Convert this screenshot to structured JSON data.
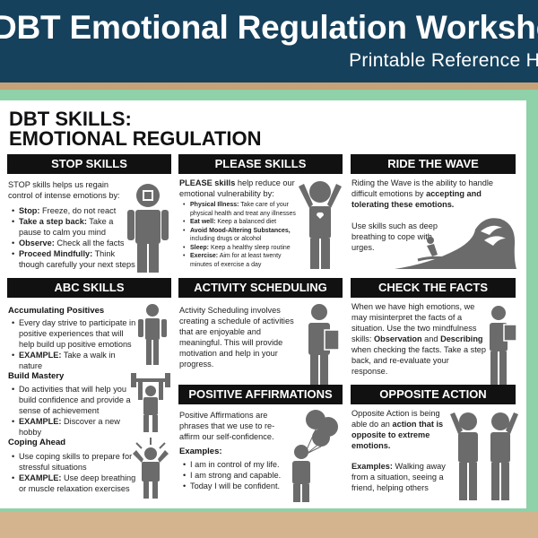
{
  "banner": {
    "title": "DBT Emotional Regulation Workshe",
    "subtitle": "Printable Reference Han"
  },
  "sheet": {
    "title": "DBT SKILLS:\nEMOTIONAL REGULATION"
  },
  "stop": {
    "heading": "STOP SKILLS",
    "intro": "STOP skills helps us regain control of intense emotions by:",
    "items": [
      {
        "term": "Stop:",
        "text": " Freeze, do not react"
      },
      {
        "term": "Take a step back:",
        "text": " Take a pause to calm you mind"
      },
      {
        "term": "Observe:",
        "text": " Check all the facts"
      },
      {
        "term": "Proceed Mindfully:",
        "text": " Think though carefully your next steps"
      }
    ]
  },
  "please": {
    "heading": "PLEASE SKILLS",
    "intro_bold": "PLEASE skills",
    "intro_rest": " help reduce our emotional vulnerability by:",
    "items": [
      {
        "term": "Physical Illness:",
        "text": " Take care of your physical health and treat any illnesses"
      },
      {
        "term": "Eat well:",
        "text": " Keep a balanced diet"
      },
      {
        "term": "Avoid Mood-Altering Substances,",
        "text": " including drugs or alcohol"
      },
      {
        "term": "Sleep:",
        "text": " Keep a healthy sleep routine"
      },
      {
        "term": "Exercise:",
        "text": " Aim for at least twenty minutes of exercise a day"
      }
    ]
  },
  "ride": {
    "heading": "RIDE THE WAVE",
    "p1_pre": "Riding the Wave is the ability to handle difficult emotions by ",
    "p1_bold": "accepting and tolerating these emotions.",
    "p2": "Use skills such as deep breathing to cope with urges."
  },
  "abc": {
    "heading": "ABC SKILLS",
    "accum_title": "Accumulating Positives",
    "accum_text": "Every day strive to participate in positive experiences that will help build up positive emotions",
    "accum_ex_label": "EXAMPLE:",
    "accum_ex": " Take a walk in nature",
    "build_title": "Build Mastery",
    "build_text": "Do activities that will help you build confidence and provide a sense of achievement",
    "build_ex_label": "EXAMPLE:",
    "build_ex": " Discover a new hobby",
    "cope_title": "Coping Ahead",
    "cope_text": "Use coping skills to prepare for stressful situations",
    "cope_ex_label": "EXAMPLE:",
    "cope_ex": " Use deep breathing or muscle relaxation exercises"
  },
  "activity": {
    "heading": "ACTIVITY SCHEDULING",
    "text": "Activity Scheduling involves creating a schedule of activities that are enjoyable and meaningful. This will provide motivation and help in your progress."
  },
  "affirm": {
    "heading": "POSITIVE AFFIRMATIONS",
    "text": "Positive Affirmations are phrases that we use to re-affirm our self-confidence.",
    "examples_label": "Examples:",
    "examples": [
      "I am in control of my life.",
      "I am strong and capable.",
      "Today I will be confident."
    ]
  },
  "facts": {
    "heading": "CHECK THE FACTS",
    "pre": "When we have high emotions, we may misinterpret the facts of a situation. Use the two mindfulness skills: ",
    "obs": "Observation",
    "and": " and ",
    "desc": "Describing",
    "post": " when checking the facts. Take a step back, and re-evaluate your response."
  },
  "opposite": {
    "heading": "OPPOSITE ACTION",
    "pre": "Opposite Action is being able do an ",
    "bold": "action that is opposite to extreme emotions.",
    "ex_label": "Examples:",
    "ex": " Walking away from a situation, seeing a friend, helping others"
  },
  "colors": {
    "banner": "#16415c",
    "frame": "#8fd1a8",
    "heading_bg": "#111111",
    "figure": "#6b6b6b"
  }
}
